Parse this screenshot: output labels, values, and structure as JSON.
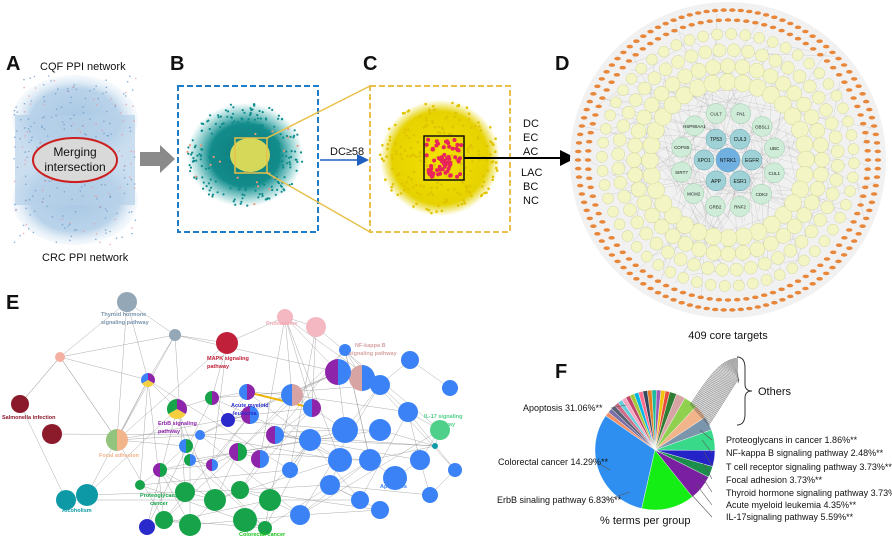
{
  "panels": {
    "a": {
      "letter": "A",
      "top_label": "CQF PPI network",
      "bottom_label": "CRC PPI network",
      "ellipse_line1": "Merging",
      "ellipse_line2": "intersection"
    },
    "b": {
      "letter": "B"
    },
    "c": {
      "letter": "C",
      "filter_label": "DC≥58"
    },
    "d": {
      "letter": "D",
      "center_nodes": [
        "NTRK1",
        "EGFR",
        "ESR1",
        "APP",
        "XPO1",
        "TP53",
        "CUL3"
      ],
      "ring2_nodes": [
        "FN1",
        "OBSL1",
        "UBC",
        "CUL1",
        "CDK2",
        "RNF2",
        "GRB2",
        "MCM2",
        "SIRT7",
        "COPS5",
        "HSP90AA1",
        "CUL7"
      ],
      "caption": "409 core targets"
    },
    "metrics": [
      "DC",
      "EC",
      "AC",
      "LAC",
      "BC",
      "NC"
    ],
    "e": {
      "letter": "E",
      "labels": [
        {
          "text": "Thyroid hormone",
          "color": "#7b95ad"
        },
        {
          "text": "signaling pathway",
          "color": "#7b95ad"
        },
        {
          "text": "Proteasome",
          "color": "#f0a8b4"
        },
        {
          "text": "MAPK signaling",
          "color": "#c0203a"
        },
        {
          "text": "pathway",
          "color": "#c0203a"
        },
        {
          "text": "NF-kappa B",
          "color": "#d7a3a3"
        },
        {
          "text": "signaling pathway",
          "color": "#d7a3a3"
        },
        {
          "text": "Salmonella infection",
          "color": "#8b1a2b"
        },
        {
          "text": "ErbB signaling",
          "color": "#8e24aa"
        },
        {
          "text": "pathway",
          "color": "#8e24aa"
        },
        {
          "text": "Acute myeloid",
          "color": "#2a2acc"
        },
        {
          "text": "leukemia",
          "color": "#2a2acc"
        },
        {
          "text": "IL-17 signaling",
          "color": "#4fd08a"
        },
        {
          "text": "pathway",
          "color": "#4fd08a"
        },
        {
          "text": "Focal adhesion",
          "color": "#f2b48a"
        },
        {
          "text": "Alcoholism",
          "color": "#0d9aa6"
        },
        {
          "text": "Proteoglycans in",
          "color": "#16a34a"
        },
        {
          "text": "cancer",
          "color": "#16a34a"
        },
        {
          "text": "Apoptosis",
          "color": "#3b82f6"
        },
        {
          "text": "Colorectal cancer",
          "color": "#18c418"
        }
      ]
    }
  },
  "chart_data": {
    "type": "pie",
    "panel_letter": "F",
    "caption": "% terms per group",
    "others_label": "Others",
    "slices": [
      {
        "label": "Apoptosis 31.06%**",
        "value": 31.06,
        "color": "#2f8ff0"
      },
      {
        "label": "Proteoglycans in cancer 1.86%**",
        "value": 1.86,
        "color": "#2e7d32"
      },
      {
        "label": "NF-kappa B signaling pathway 2.48%**",
        "value": 2.48,
        "color": "#d7a3a3"
      },
      {
        "label": "T cell receptor signaling pathway 3.73%**",
        "value": 3.73,
        "color": "#8fd14f"
      },
      {
        "label": "Focal adhesion 3.73%**",
        "value": 3.73,
        "color": "#f2b48a"
      },
      {
        "label": "Thyroid hormone signaling pathway 3.73%**",
        "value": 3.73,
        "color": "#7b95ad"
      },
      {
        "label": "Acute myeloid leukemia 4.35%**",
        "value": 4.35,
        "color": "#2323c8"
      },
      {
        "label": "IL-17signaling pathway 5.59%**",
        "value": 5.59,
        "color": "#39d98a"
      },
      {
        "label": "ErbB sinaling pathway 6.83%**",
        "value": 6.83,
        "color": "#7a1fa2"
      },
      {
        "label": "Colorectal cancer 14.29%**",
        "value": 14.29,
        "color": "#14ee14"
      }
    ]
  }
}
